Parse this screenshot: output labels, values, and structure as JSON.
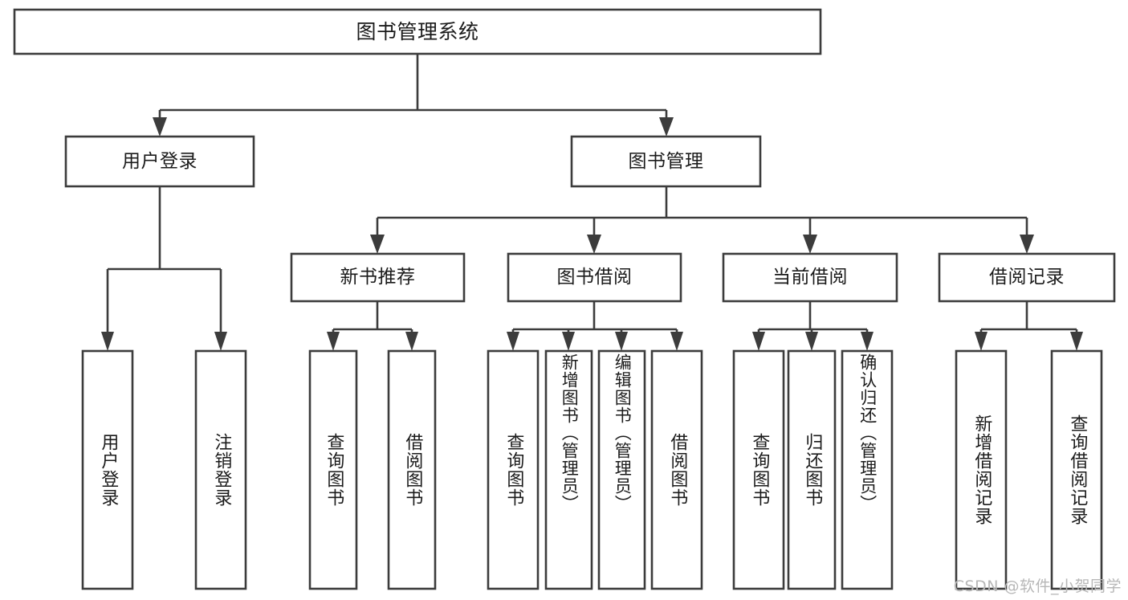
{
  "diagram": {
    "type": "tree",
    "orientation": "top-down",
    "root": {
      "id": "root",
      "label": "图书管理系统"
    },
    "level2": [
      {
        "id": "user-login",
        "label": "用户登录"
      },
      {
        "id": "book-manage",
        "label": "图书管理"
      }
    ],
    "level3": [
      {
        "id": "new-book-recommend",
        "label": "新书推荐",
        "parent": "book-manage"
      },
      {
        "id": "book-borrow",
        "label": "图书借阅",
        "parent": "book-manage"
      },
      {
        "id": "current-borrow",
        "label": "当前借阅",
        "parent": "book-manage"
      },
      {
        "id": "borrow-record",
        "label": "借阅记录",
        "parent": "book-manage"
      }
    ],
    "leaves": {
      "user-login": [
        {
          "id": "leaf-user-login",
          "label": "用户登录"
        },
        {
          "id": "leaf-user-logout",
          "label": "注销登录"
        }
      ],
      "new-book-recommend": [
        {
          "id": "leaf-query-book-1",
          "label": "查询图书"
        },
        {
          "id": "leaf-borrow-book-1",
          "label": "借阅图书"
        }
      ],
      "book-borrow": [
        {
          "id": "leaf-query-book-2",
          "label": "查询图书"
        },
        {
          "id": "leaf-add-book",
          "label": "新增图书（管理员）"
        },
        {
          "id": "leaf-edit-book",
          "label": "编辑图书（管理员）"
        },
        {
          "id": "leaf-borrow-book-2",
          "label": "借阅图书"
        }
      ],
      "current-borrow": [
        {
          "id": "leaf-query-book-3",
          "label": "查询图书"
        },
        {
          "id": "leaf-return-book",
          "label": "归还图书"
        },
        {
          "id": "leaf-confirm-return",
          "label": "确认归还（管理员）"
        }
      ],
      "borrow-record": [
        {
          "id": "leaf-add-record",
          "label": "新增借阅记录"
        },
        {
          "id": "leaf-query-record",
          "label": "查询借阅记录"
        }
      ]
    }
  },
  "watermark": {
    "text": "CSDN @软件_小贺同学"
  },
  "colors": {
    "box_stroke": "#3c3c3c",
    "box_fill": "#ffffff",
    "text": "#1b1b1b",
    "watermark": "#b7b7b7",
    "background": "#ffffff"
  }
}
